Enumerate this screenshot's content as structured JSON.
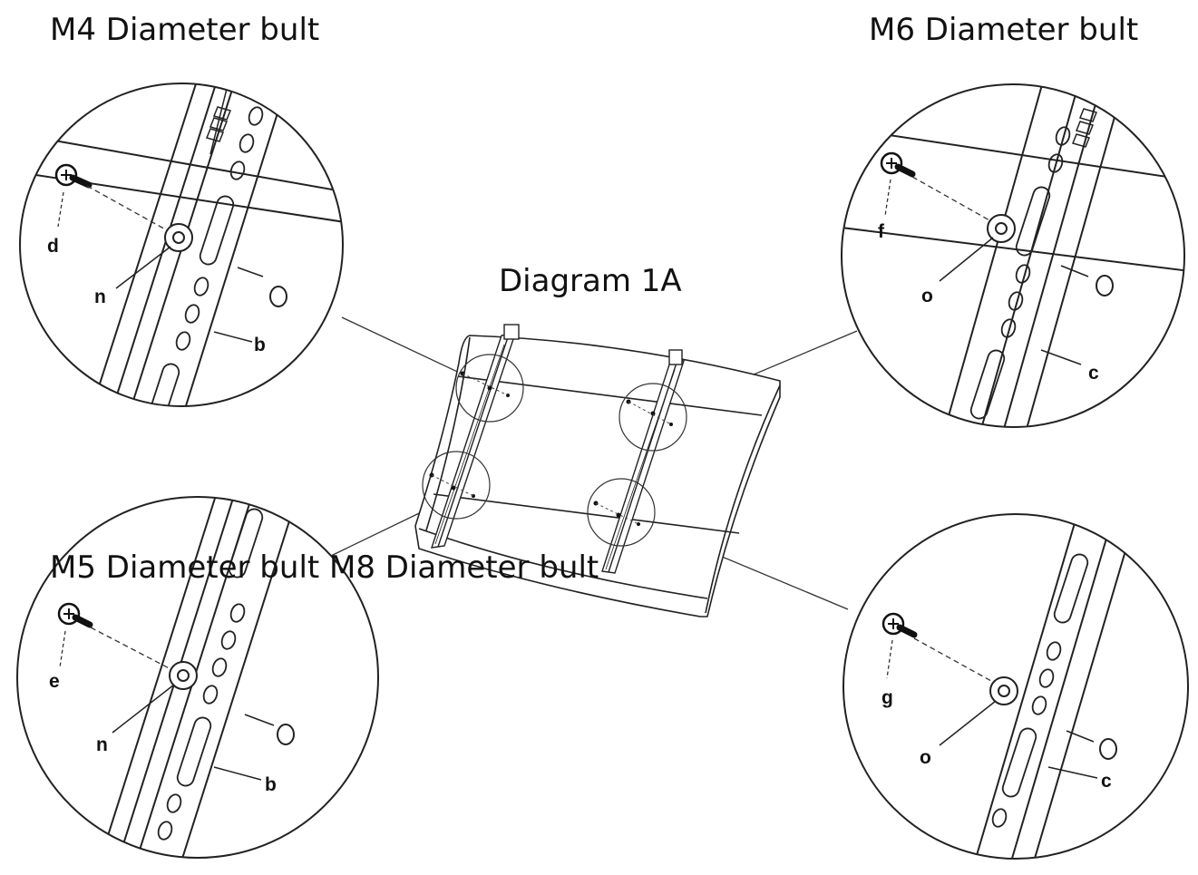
{
  "titles": {
    "m4": "M4 Diameter bult",
    "m6": "M6 Diameter bult",
    "diagram": "Diagram 1A",
    "m5_m8": "M5 Diameter bult M8 Diameter bult"
  },
  "callouts": {
    "top_left": {
      "screw": "d",
      "washer": "n",
      "bracket": "b"
    },
    "top_right": {
      "screw": "f",
      "washer": "o",
      "bracket": "c"
    },
    "bottom_left": {
      "screw": "e",
      "washer": "n",
      "bracket": "b"
    },
    "bottom_right": {
      "screw": "g",
      "washer": "o",
      "bracket": "c"
    }
  },
  "colors": {
    "ink": "#111111",
    "line": "#222222",
    "fill": "#ffffff"
  }
}
